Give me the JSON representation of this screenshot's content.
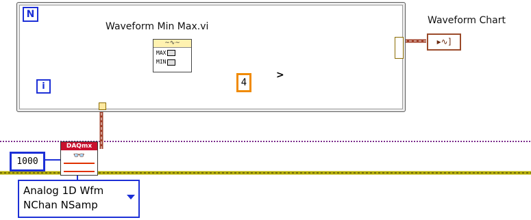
{
  "diagram": {
    "loop": {
      "count_terminal": "N",
      "iteration_terminal": "i"
    },
    "labels": {
      "minmax_vi": "Waveform Min Max.vi",
      "chart": "Waveform Chart"
    },
    "minmax_node": {
      "top_glyph": "~∿~",
      "max_label": "MAX",
      "min_label": "MIN"
    },
    "compare_node": {
      "symbol": ">"
    },
    "constants": {
      "samples": "4",
      "rate": "1000"
    },
    "daqmx": {
      "header": "DAQmx",
      "glyph": "👓"
    },
    "chart_terminal": {
      "glyph": "▸∿]"
    },
    "enum_selector": {
      "line1": "Analog 1D Wfm",
      "line2": "NChan NSamp"
    },
    "colors": {
      "waveform_wire": "#a0402a",
      "numeric_wire": "#f08a00",
      "boolean_wire": "#1f8f2f",
      "task_wire": "#7a2a8a",
      "error_wire": "#b8b000",
      "structure_blue": "#1c2fd6"
    }
  }
}
